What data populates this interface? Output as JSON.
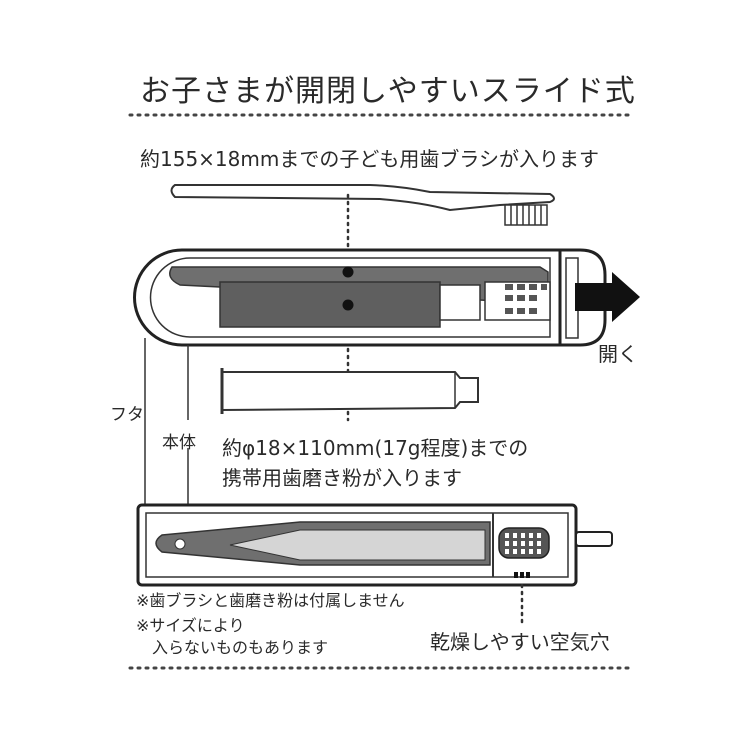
{
  "title": "お子さまが開閉しやすいスライド式",
  "caption_brush": "約155×18mmまでの子ども用歯ブラシが入ります",
  "caption_paste_line1": "約φ18×110mm(17g程度)までの",
  "caption_paste_line2": "携帯用歯磨き粉が入ります",
  "label_open": "開く",
  "label_lid": "フタ",
  "label_body": "本体",
  "note_1": "※歯ブラシと歯磨き粉は付属しません",
  "note_2_line1": "※サイズにより",
  "note_2_line2": "入らないものもあります",
  "label_vent": "乾燥しやすい空気穴"
}
